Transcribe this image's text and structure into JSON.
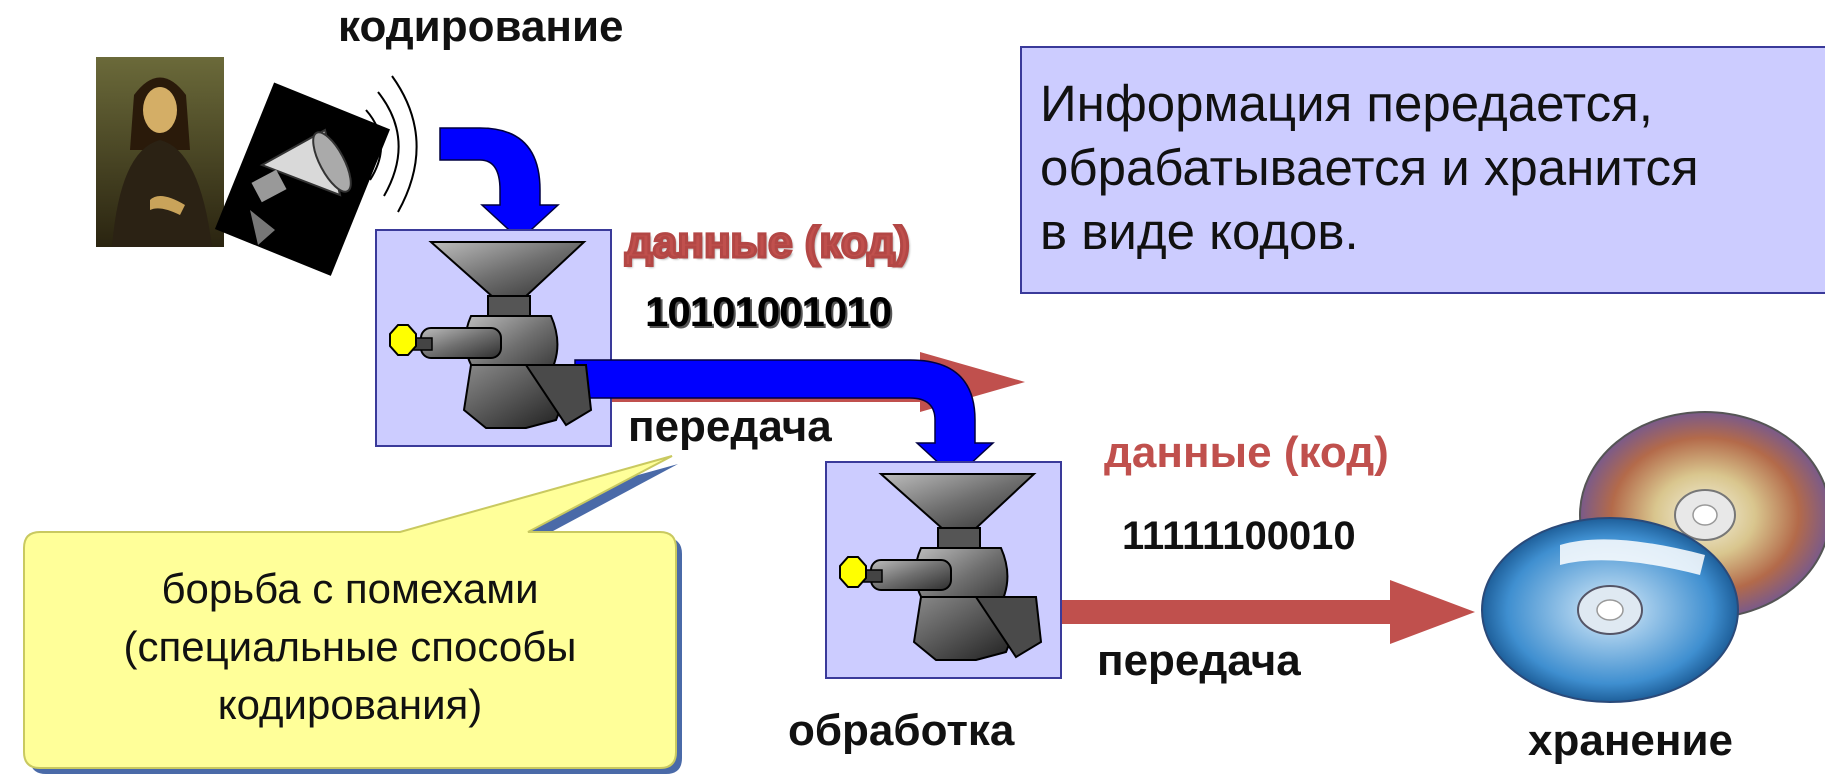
{
  "labels": {
    "encoding": "кодирование",
    "data_code_1": "данные (код)",
    "code_1": "10101001010",
    "transfer_1": "передача",
    "data_code_2": "данные (код)",
    "code_2": "11111100010",
    "transfer_2": "передача",
    "processing": "обработка",
    "storage": "хранение"
  },
  "info_box": {
    "line1": "Информация передается,",
    "line2": "обрабатывается и хранится",
    "line3": "в виде кодов."
  },
  "callout": {
    "line1": "борьба с помехами",
    "line2": "(специальные способы",
    "line3": "кодирования)"
  },
  "colors": {
    "blue_arrow": "#0000ff",
    "red_arrow": "#c0504d",
    "machine_box": "#ccccff",
    "callout": "#ffff99"
  },
  "icons": [
    "mona-lisa-image",
    "loudspeaker-icon",
    "grinder-machine-icon",
    "disc-icon"
  ]
}
